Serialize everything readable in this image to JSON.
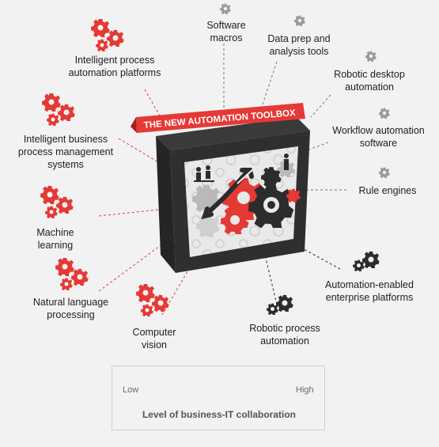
{
  "title_banner": "THE NEW AUTOMATION TOOLBOX",
  "colors": {
    "red": "#e53935",
    "dark": "#2c2c2c",
    "gray": "#9a9a9a",
    "background": "#f2f2f2",
    "dashed_red": "#e53935",
    "dashed_gray": "#777777"
  },
  "labels": [
    {
      "id": "ipap",
      "text": "Intelligent process\nautomation platforms",
      "level": "high"
    },
    {
      "id": "ibpms",
      "text": "Intelligent business\nprocess management\nsystems",
      "level": "high"
    },
    {
      "id": "ml",
      "text": "Machine\nlearning",
      "level": "high"
    },
    {
      "id": "nlp",
      "text": "Natural language\nprocessing",
      "level": "high"
    },
    {
      "id": "cv",
      "text": "Computer\nvision",
      "level": "high"
    },
    {
      "id": "sm",
      "text": "Software\nmacros",
      "level": "low"
    },
    {
      "id": "dp",
      "text": "Data prep and\nanalysis tools",
      "level": "low"
    },
    {
      "id": "rda",
      "text": "Robotic desktop\nautomation",
      "level": "low"
    },
    {
      "id": "wf",
      "text": "Workflow automation\nsoftware",
      "level": "low"
    },
    {
      "id": "re",
      "text": "Rule engines",
      "level": "low"
    },
    {
      "id": "aep",
      "text": "Automation-enabled\nenterprise platforms",
      "level": "medium"
    },
    {
      "id": "rpa",
      "text": "Robotic process\nautomation",
      "level": "medium"
    }
  ],
  "legend": {
    "low": "Low",
    "high": "High",
    "title": "Level of business-IT collaboration"
  }
}
